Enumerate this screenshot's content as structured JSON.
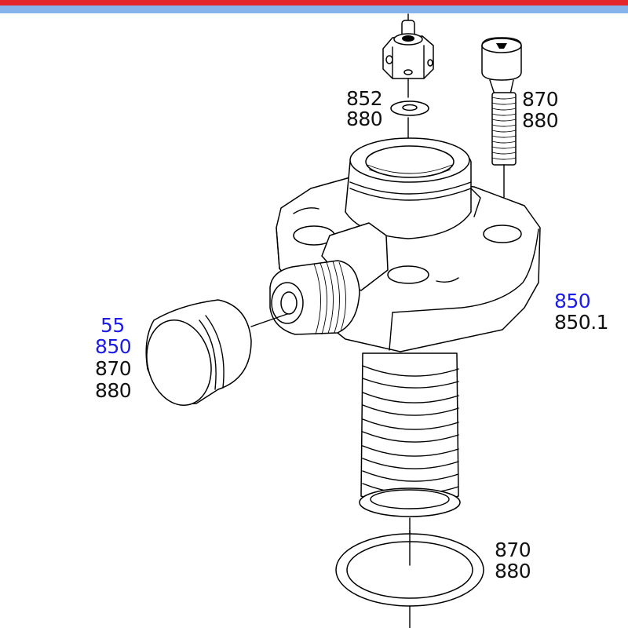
{
  "colors": {
    "top_bar_red": "#e3262b",
    "top_bar_blue": "#86b3ec",
    "link_text": "#1c1ce6",
    "plain_text": "#111111",
    "line_art": "#000000"
  },
  "callouts": {
    "fitting": {
      "line1": "852",
      "line2": "880"
    },
    "bolt": {
      "line1": "870",
      "line2": "880"
    },
    "body": {
      "link": "850",
      "line2": "850.1"
    },
    "cap": {
      "link1": "55",
      "link2": "850",
      "line3": "870",
      "line4": "880"
    },
    "oring": {
      "line1": "870",
      "line2": "880"
    }
  }
}
